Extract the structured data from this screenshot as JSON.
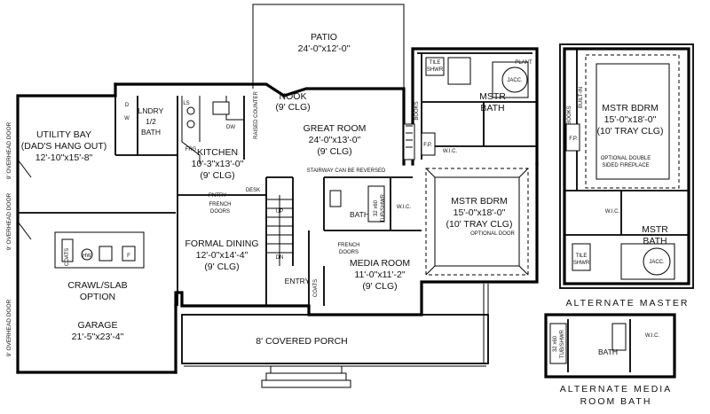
{
  "rooms": {
    "patio": {
      "name": "PATIO",
      "dims": "24'-0\"x12'-0\""
    },
    "nook": {
      "name": "NOOK",
      "clg": "(9' CLG)"
    },
    "great_room": {
      "name": "GREAT ROOM",
      "dims": "24'-0\"x13'-0\"",
      "clg": "(9' CLG)"
    },
    "utility_bay": {
      "name": "UTILITY BAY",
      "sub": "(DAD'S HANG OUT)",
      "dims": "12'-10\"x15'-8\""
    },
    "laundry": {
      "name": "LNDRY",
      "sub": "1/2",
      "sub2": "BATH"
    },
    "kitchen": {
      "name": "KITCHEN",
      "dims": "10'-3\"x13'-0\"",
      "clg": "(9' CLG)"
    },
    "formal_dining": {
      "name": "FORMAL DINING",
      "dims": "12'-0\"x14'-4\"",
      "clg": "(9' CLG)"
    },
    "media_room": {
      "name": "MEDIA ROOM",
      "dims": "11'-0\"x11'-2\"",
      "clg": "(9' CLG)"
    },
    "bath": {
      "name": "BATH"
    },
    "mstr_bath": {
      "name": "MSTR",
      "sub": "BATH"
    },
    "mstr_bdrm": {
      "name": "MSTR BDRM",
      "dims": "15'-0\"x18'-0\"",
      "clg": "(10' TRAY CLG)"
    },
    "crawl": {
      "name": "CRAWL/SLAB",
      "sub": "OPTION"
    },
    "garage": {
      "name": "GARAGE",
      "dims": "21'-5\"x23'-4\""
    },
    "porch": {
      "name": "8' COVERED PORCH"
    },
    "entry": {
      "name": "ENTRY"
    },
    "alt_mstr_bdrm": {
      "name": "MSTR BDRM",
      "dims": "15'-0\"x18'-0\"",
      "clg": "(10' TRAY CLG)"
    },
    "alt_mstr_bath": {
      "name": "MSTR",
      "sub": "BATH"
    },
    "alt_media_bath": {
      "name": "BATH"
    }
  },
  "labels": {
    "wic": "W.I.C.",
    "fp": "F.P.",
    "books": "BOOKS",
    "built_in": "BUILT-IN",
    "tile": "TILE",
    "shwr": "SHWR",
    "jacc": "JACC.",
    "plant": "PLANT",
    "tub_shwr_1": "32 x60",
    "tub_shwr_2": "TUB/SHWR",
    "coats": "COATS",
    "desk": "DESK",
    "pantry": "PNTRY",
    "frg": "FRG",
    "dw": "DW",
    "ls": "LS",
    "w": "W",
    "d": "D",
    "hw": "HW",
    "f": "F",
    "up": "UP",
    "dn": "DN",
    "raised_counter": "RAISED COUNTER",
    "french_doors": "FRENCH",
    "french_doors_2": "DOORS",
    "stairway": "STAIRWAY CAN BE REVERSED",
    "optional_door": "OPTIONAL DOOR",
    "optional_fireplace_1": "OPTIONAL DOUBLE",
    "optional_fireplace_2": "SIDED FIREPLACE",
    "overhead_door": "9' OVERHEAD DOOR"
  },
  "captions": {
    "alternate_master": "ALTERNATE MASTER",
    "alternate_media_1": "ALTERNATE MEDIA",
    "alternate_media_2": "ROOM BATH"
  }
}
